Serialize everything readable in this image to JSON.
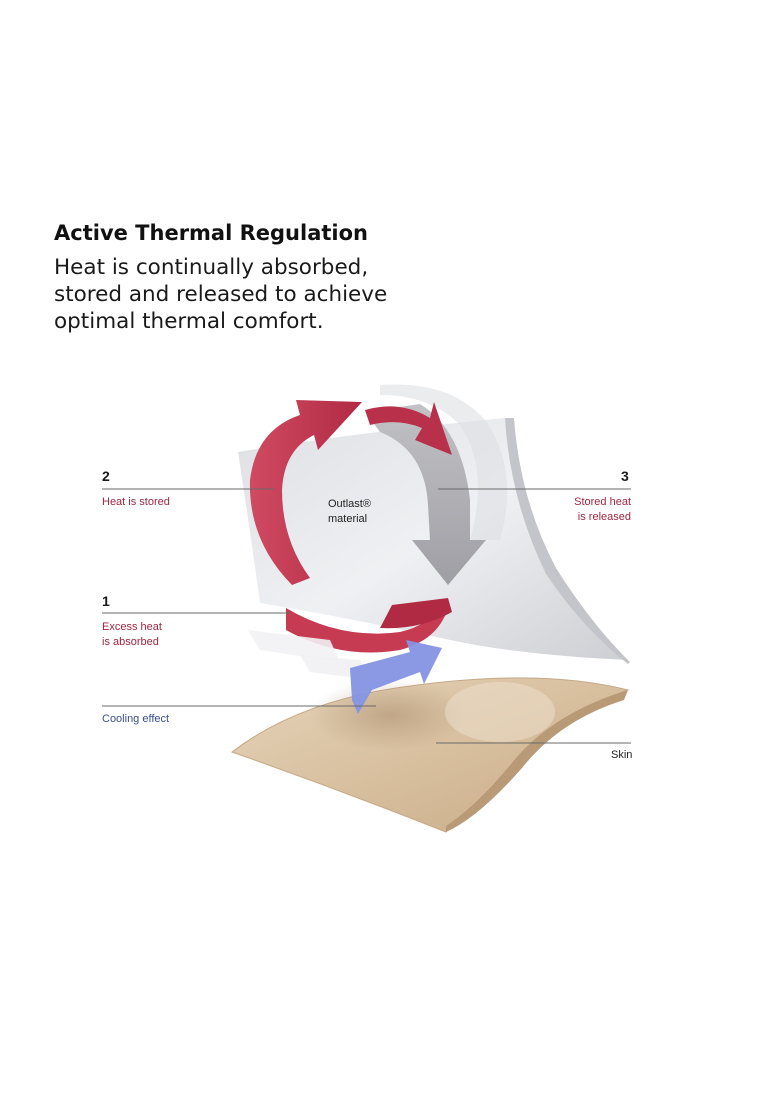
{
  "heading": "Active Thermal Regulation",
  "subtext_lines": [
    "Heat is continually absorbed,",
    "stored and released to achieve",
    "optimal thermal comfort."
  ],
  "labels": {
    "stored": {
      "number": "2",
      "line1": "Heat is stored"
    },
    "released": {
      "number": "3",
      "line1": "Stored heat",
      "line2": "is released"
    },
    "absorbed": {
      "number": "1",
      "line1": "Excess heat",
      "line2": "is absorbed"
    },
    "cooling": {
      "line1": "Cooling effect"
    },
    "material": {
      "line1": "Outlast®",
      "line2": "material"
    },
    "skin": {
      "line1": "Skin"
    }
  },
  "colors": {
    "heat_red": "#c63a52",
    "label_red": "#9c2640",
    "cooling_blue": "#7f8ee0",
    "label_blue": "#3d4f8c",
    "skin": "#dcc6a8",
    "fabric": "#e4e5e8"
  }
}
